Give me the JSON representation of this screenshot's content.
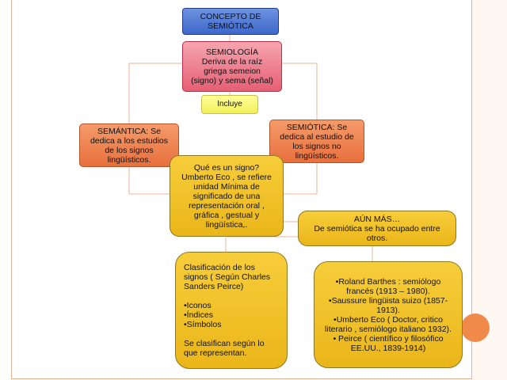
{
  "nodes": {
    "concepto": "CONCEPTO DE\nSEMIÓTICA",
    "semiologia": "SEMIOLOGÍA\nDeriva de la raíz\ngriega  semeion\n(signo) y sema (señal)",
    "incluye": "Incluye",
    "semantica": "SEMÁNTICA: Se\ndedica  a los estudios\nde los signos\nlingüísticos.",
    "semiotica": "SEMIÓTICA: Se\ndedica  al estudio de\nlos signos  no\nlingüísticos.",
    "signo": "Qué es un signo?\nUmberto Eco , se refiere\nunidad  Mínima  de\nsignificado de una\nrepresentación oral ,\ngráfica , gestual  y\nlingüística,.",
    "aun_mas": "AÚN MÁS…\nDe semiótica  se ha  ocupado entre\notros.",
    "clasificacion": "Clasificación   de los\nsignos ( Según  Charles\nSanders Peirce)\n\n•Iconos\n•Índices\n•Símbolos\n\nSe clasifican  según lo\nque representan.",
    "autores": "•Roland  Barthes : semiólogo\nfrancés  (1913 – 1980).\n•Saussure lingüista suizo (1857-\n1913).\n•Umberto Eco ( Doctor, critico\nliterario , semiólogo italiano 1932).\n• Peirce ( científico y filosófico\nEE.UU., 1839-1914)"
  },
  "colors": {
    "connector": "#e8b49a",
    "blue": "#4a74d4",
    "pink": "#ee7f8f",
    "orange": "#ee7f4a",
    "gold": "#f0c229",
    "accent_circle": "#f08a4b"
  }
}
